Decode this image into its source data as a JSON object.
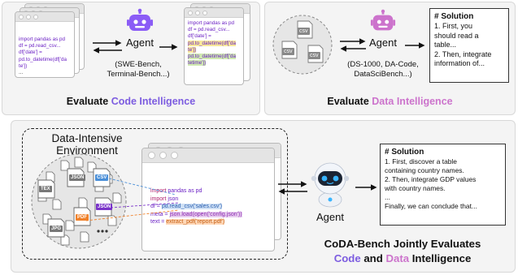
{
  "panels": {
    "code": {
      "left_code": [
        "import pandas as pd",
        "df = pd.read_csv...",
        "df['date'] =",
        "pd.to_datetime(df['da",
        "te'])",
        "..."
      ],
      "right_code": [
        "import pandas as pd",
        "df = pd.read_csv...",
        "df['date'] =",
        "pd.to_datetime(df['da",
        "te'])",
        "pd.to_datetime(df['da",
        "tetime'])"
      ],
      "agent_label": "Agent",
      "benchmarks": [
        "(SWE-Bench,",
        "Terminal-Bench...)"
      ],
      "caption_prefix": "Evaluate ",
      "caption_highlight": "Code Intelligence"
    },
    "data": {
      "file_label": "csv",
      "agent_label": "Agent",
      "benchmarks": [
        "(DS-1000, DA-Code,",
        "DataSciBench...)"
      ],
      "solution_heading": "# Solution",
      "solution_lines": [
        "1. First, you",
        "should read a",
        "table...",
        "2. Then, integrate",
        "information of..."
      ],
      "caption_prefix": "Evaluate ",
      "caption_highlight": "Data Intelligence"
    },
    "coda": {
      "environment_title": "Data-Intensive Environment",
      "file_tags": [
        "TEX",
        "JSON",
        "CSV",
        "JSON",
        "JPG",
        "PDF"
      ],
      "ellipsis": "...",
      "code_lines": {
        "l1_a": "import",
        "l1_b": " pandas as pd",
        "l2_a": "import",
        "l2_b": " json",
        "l3_a": "df = ",
        "l3_b": "pd.read_csv('sales.csv')",
        "l4_a": "meta = ",
        "l4_b": "json.load(open('config.json'))",
        "l5_a": "text = ",
        "l5_b": "extract_pdf('report.pdf')"
      },
      "agent_label": "Agent",
      "solution_heading": "# Solution",
      "solution_lines": [
        "1. First, discover a table",
        "containing country names.",
        "2. Then, integrate GDP values",
        "with country names.",
        "...",
        "Finally,  we can conclude that..."
      ],
      "caption_line1": "CoDA-Bench Jointly Evaluates",
      "caption_code": "Code",
      "caption_and": " and ",
      "caption_data": "Data",
      "caption_intel": " Intelligence"
    }
  },
  "colors": {
    "code_accent": "#7c5ce0",
    "data_accent": "#cc73cc",
    "robot_purple": "#8b5cf6",
    "csv_blue": "#4a8fd8",
    "json_purple": "#7a33c9",
    "pdf_orange": "#f0812a",
    "tag_gray": "#777777"
  }
}
